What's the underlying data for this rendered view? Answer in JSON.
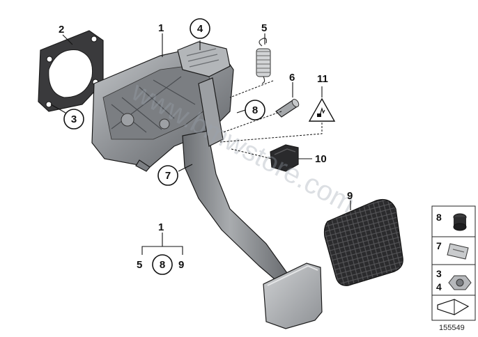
{
  "labels": {
    "pedal_assembly": "1",
    "gasket": "2",
    "gasket_screw": "3",
    "bracket_nut": "4",
    "return_spring": "5",
    "pin": "6",
    "clip": "7",
    "bushing": "8",
    "pedal_pad": "9",
    "switch": "10",
    "warning": "11"
  },
  "kit_group": {
    "top": "1",
    "left": "5",
    "middle": "8",
    "right": "9"
  },
  "legend": {
    "row1": "8",
    "row2": "7",
    "row3a": "3",
    "row3b": "4"
  },
  "watermark": "www.bmwstore.com",
  "diagram_ref": "155549",
  "colors": {
    "metal": "#8a8d91",
    "metal_dark": "#5d6064",
    "metal_light": "#b9bcbf",
    "rubber": "#2c2c2e",
    "gasket": "#3a3a3c"
  }
}
